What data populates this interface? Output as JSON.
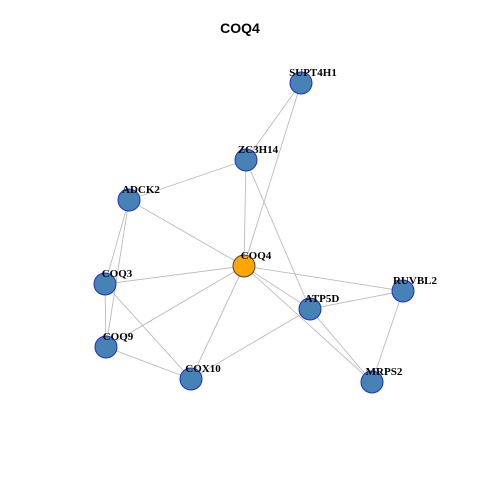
{
  "graph": {
    "title": "COQ4",
    "colors": {
      "node_fill": "#4682B4",
      "focus_fill": "#FFA500",
      "node_stroke": "#1E2FCC",
      "focus_stroke": "#444444",
      "edge": "#BBBBBB"
    },
    "focus": "COQ4",
    "nodes": [
      {
        "id": "SUPT4H1",
        "label": "SUPT4H1"
      },
      {
        "id": "ZC3H14",
        "label": "ZC3H14"
      },
      {
        "id": "ADCK2",
        "label": "ADCK2"
      },
      {
        "id": "COQ4",
        "label": "COQ4"
      },
      {
        "id": "COQ3",
        "label": "COQ3"
      },
      {
        "id": "RUVBL2",
        "label": "RUVBL2"
      },
      {
        "id": "ATP5D",
        "label": "ATP5D"
      },
      {
        "id": "COQ9",
        "label": "COQ9"
      },
      {
        "id": "COX10",
        "label": "COX10"
      },
      {
        "id": "MRPS2",
        "label": "MRPS2"
      }
    ],
    "edges": [
      [
        "SUPT4H1",
        "ZC3H14"
      ],
      [
        "SUPT4H1",
        "COQ4"
      ],
      [
        "ZC3H14",
        "ADCK2"
      ],
      [
        "ZC3H14",
        "COQ4"
      ],
      [
        "ZC3H14",
        "ATP5D"
      ],
      [
        "ADCK2",
        "COQ4"
      ],
      [
        "ADCK2",
        "COQ3"
      ],
      [
        "ADCK2",
        "COQ9"
      ],
      [
        "COQ4",
        "COQ3"
      ],
      [
        "COQ4",
        "COQ9"
      ],
      [
        "COQ4",
        "COX10"
      ],
      [
        "COQ4",
        "ATP5D"
      ],
      [
        "COQ4",
        "RUVBL2"
      ],
      [
        "COQ4",
        "MRPS2"
      ],
      [
        "COQ3",
        "COQ9"
      ],
      [
        "COQ3",
        "COX10"
      ],
      [
        "COQ9",
        "COX10"
      ],
      [
        "COX10",
        "ATP5D"
      ],
      [
        "ATP5D",
        "RUVBL2"
      ],
      [
        "ATP5D",
        "MRPS2"
      ],
      [
        "RUVBL2",
        "MRPS2"
      ]
    ]
  }
}
